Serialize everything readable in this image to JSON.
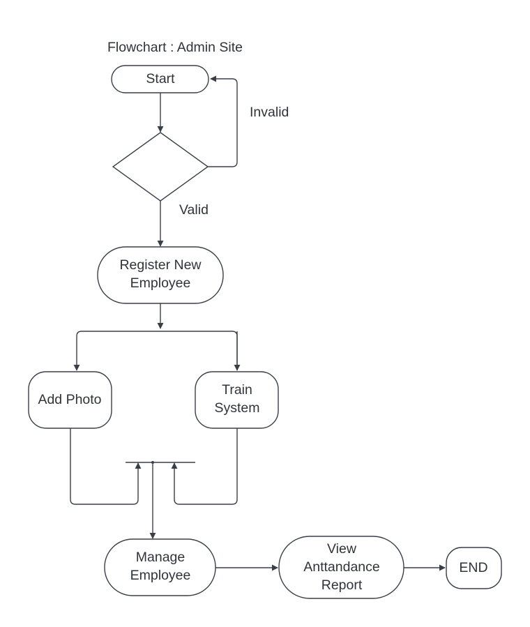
{
  "title": "Flowchart : Admin Site",
  "nodes": {
    "start": {
      "lines": [
        "Start"
      ]
    },
    "decision": {
      "lines": []
    },
    "register": {
      "lines": [
        "Register New",
        "Employee"
      ]
    },
    "add_photo": {
      "lines": [
        "Add Photo"
      ]
    },
    "train": {
      "lines": [
        "Train",
        "System"
      ]
    },
    "manage": {
      "lines": [
        "Manage",
        "Employee"
      ]
    },
    "view": {
      "lines": [
        "View",
        "Anttandance",
        "Report"
      ]
    },
    "end": {
      "lines": [
        "END"
      ]
    }
  },
  "edge_labels": {
    "invalid": "Invalid",
    "valid": "Valid"
  },
  "colors": {
    "stroke": "#3a3f47",
    "text": "#2f343b",
    "background": "#ffffff"
  }
}
